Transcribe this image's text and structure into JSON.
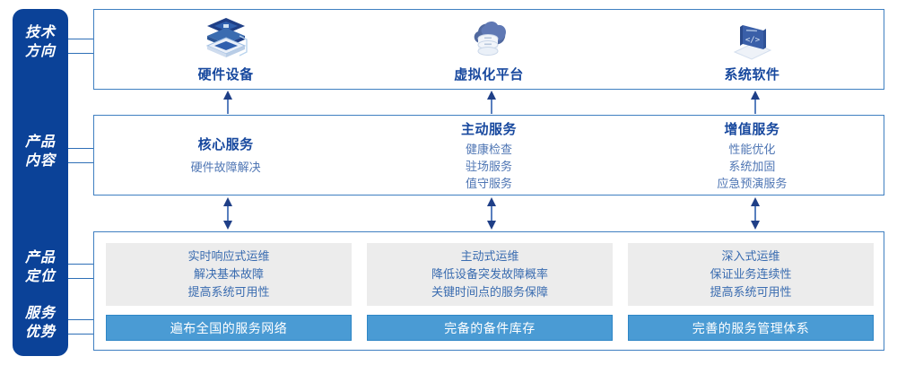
{
  "rail": {
    "labels": [
      {
        "name": "tech-direction",
        "line1": "技术",
        "line2": "方向"
      },
      {
        "name": "product-content",
        "line1": "产品",
        "line2": "内容"
      },
      {
        "name": "product-position",
        "line1": "产品",
        "line2": "定位"
      },
      {
        "name": "service-advantage",
        "line1": "服务",
        "line2": "优势"
      }
    ],
    "color": "#0b4298"
  },
  "tech_row": {
    "items": [
      {
        "icon": "server-stack-icon",
        "label": "硬件设备"
      },
      {
        "icon": "cloud-database-icon",
        "label": "虚拟化平台"
      },
      {
        "icon": "code-book-icon",
        "label": "系统软件"
      }
    ]
  },
  "content_row": {
    "items": [
      {
        "title": "核心服务",
        "details": [
          "硬件故障解决"
        ]
      },
      {
        "title": "主动服务",
        "details": [
          "健康检查",
          "驻场服务",
          "值守服务"
        ]
      },
      {
        "title": "增值服务",
        "details": [
          "性能优化",
          "系统加固",
          "应急预演服务"
        ]
      }
    ]
  },
  "position_row": {
    "items": [
      {
        "lines": [
          "实时响应式运维",
          "解决基本故障",
          "提高系统可用性"
        ]
      },
      {
        "lines": [
          "主动式运维",
          "降低设备突发故障概率",
          "关键时间点的服务保障"
        ]
      },
      {
        "lines": [
          "深入式运维",
          "保证业务连续性",
          "提高系统可用性"
        ]
      }
    ]
  },
  "advantage_row": {
    "items": [
      {
        "label": "遍布全国的服务网络"
      },
      {
        "label": "完备的备件库存"
      },
      {
        "label": "完善的服务管理体系"
      }
    ]
  },
  "colors": {
    "rail_navy": "#0b4298",
    "box_border": "#3f7fc1",
    "title_blue": "#17489e",
    "text_blue": "#4f76b4",
    "card_grey": "#ececec",
    "bar_blue": "#4a9bd4",
    "arrow_navy": "#1f3f87"
  }
}
